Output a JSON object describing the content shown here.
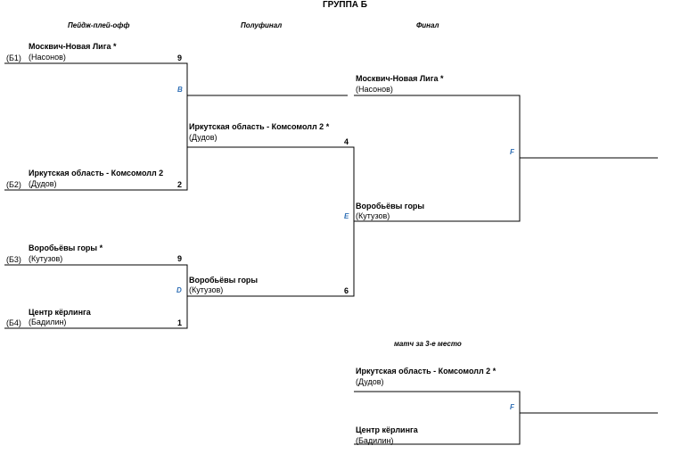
{
  "title": "ГРУППА Б",
  "headers": {
    "playoff": "Пейдж-плей-офф",
    "semifinal": "Полуфинал",
    "final": "Финал",
    "third_place": "матч за 3-е место"
  },
  "playoff": {
    "b1": {
      "seed": "(Б1)",
      "team": "Москвич-Новая Лига *",
      "skip": "(Насонов)",
      "score": "9"
    },
    "b2": {
      "seed": "(Б2)",
      "team": "Иркутская область - Комсомолл 2",
      "skip": "(Дудов)",
      "score": "2"
    },
    "b3": {
      "seed": "(Б3)",
      "team": "Воробьёвы горы *",
      "skip": "(Кутузов)",
      "score": "9"
    },
    "b4": {
      "seed": "(Б4)",
      "team": "Центр кёрлинга",
      "skip": "(Бадилин)",
      "score": "1"
    },
    "match_b": "B",
    "match_d": "D"
  },
  "semifinal": {
    "top": {
      "team": "Иркутская область - Комсомолл 2 *",
      "skip": "(Дудов)",
      "score": "4"
    },
    "bottom": {
      "team": "Воробьёвы горы",
      "skip": "(Кутузов)",
      "score": "6"
    },
    "match_e": "E"
  },
  "final": {
    "top": {
      "team": "Москвич-Новая Лига *",
      "skip": "(Насонов)"
    },
    "bottom": {
      "team": "Воробьёвы горы",
      "skip": "(Кутузов)"
    },
    "match_f": "F"
  },
  "third_place": {
    "top": {
      "team": "Иркутская область - Комсомолл 2 *",
      "skip": "(Дудов)"
    },
    "bottom": {
      "team": "Центр кёрлинга",
      "skip": "(Бадилин)"
    },
    "match_f": "F"
  }
}
